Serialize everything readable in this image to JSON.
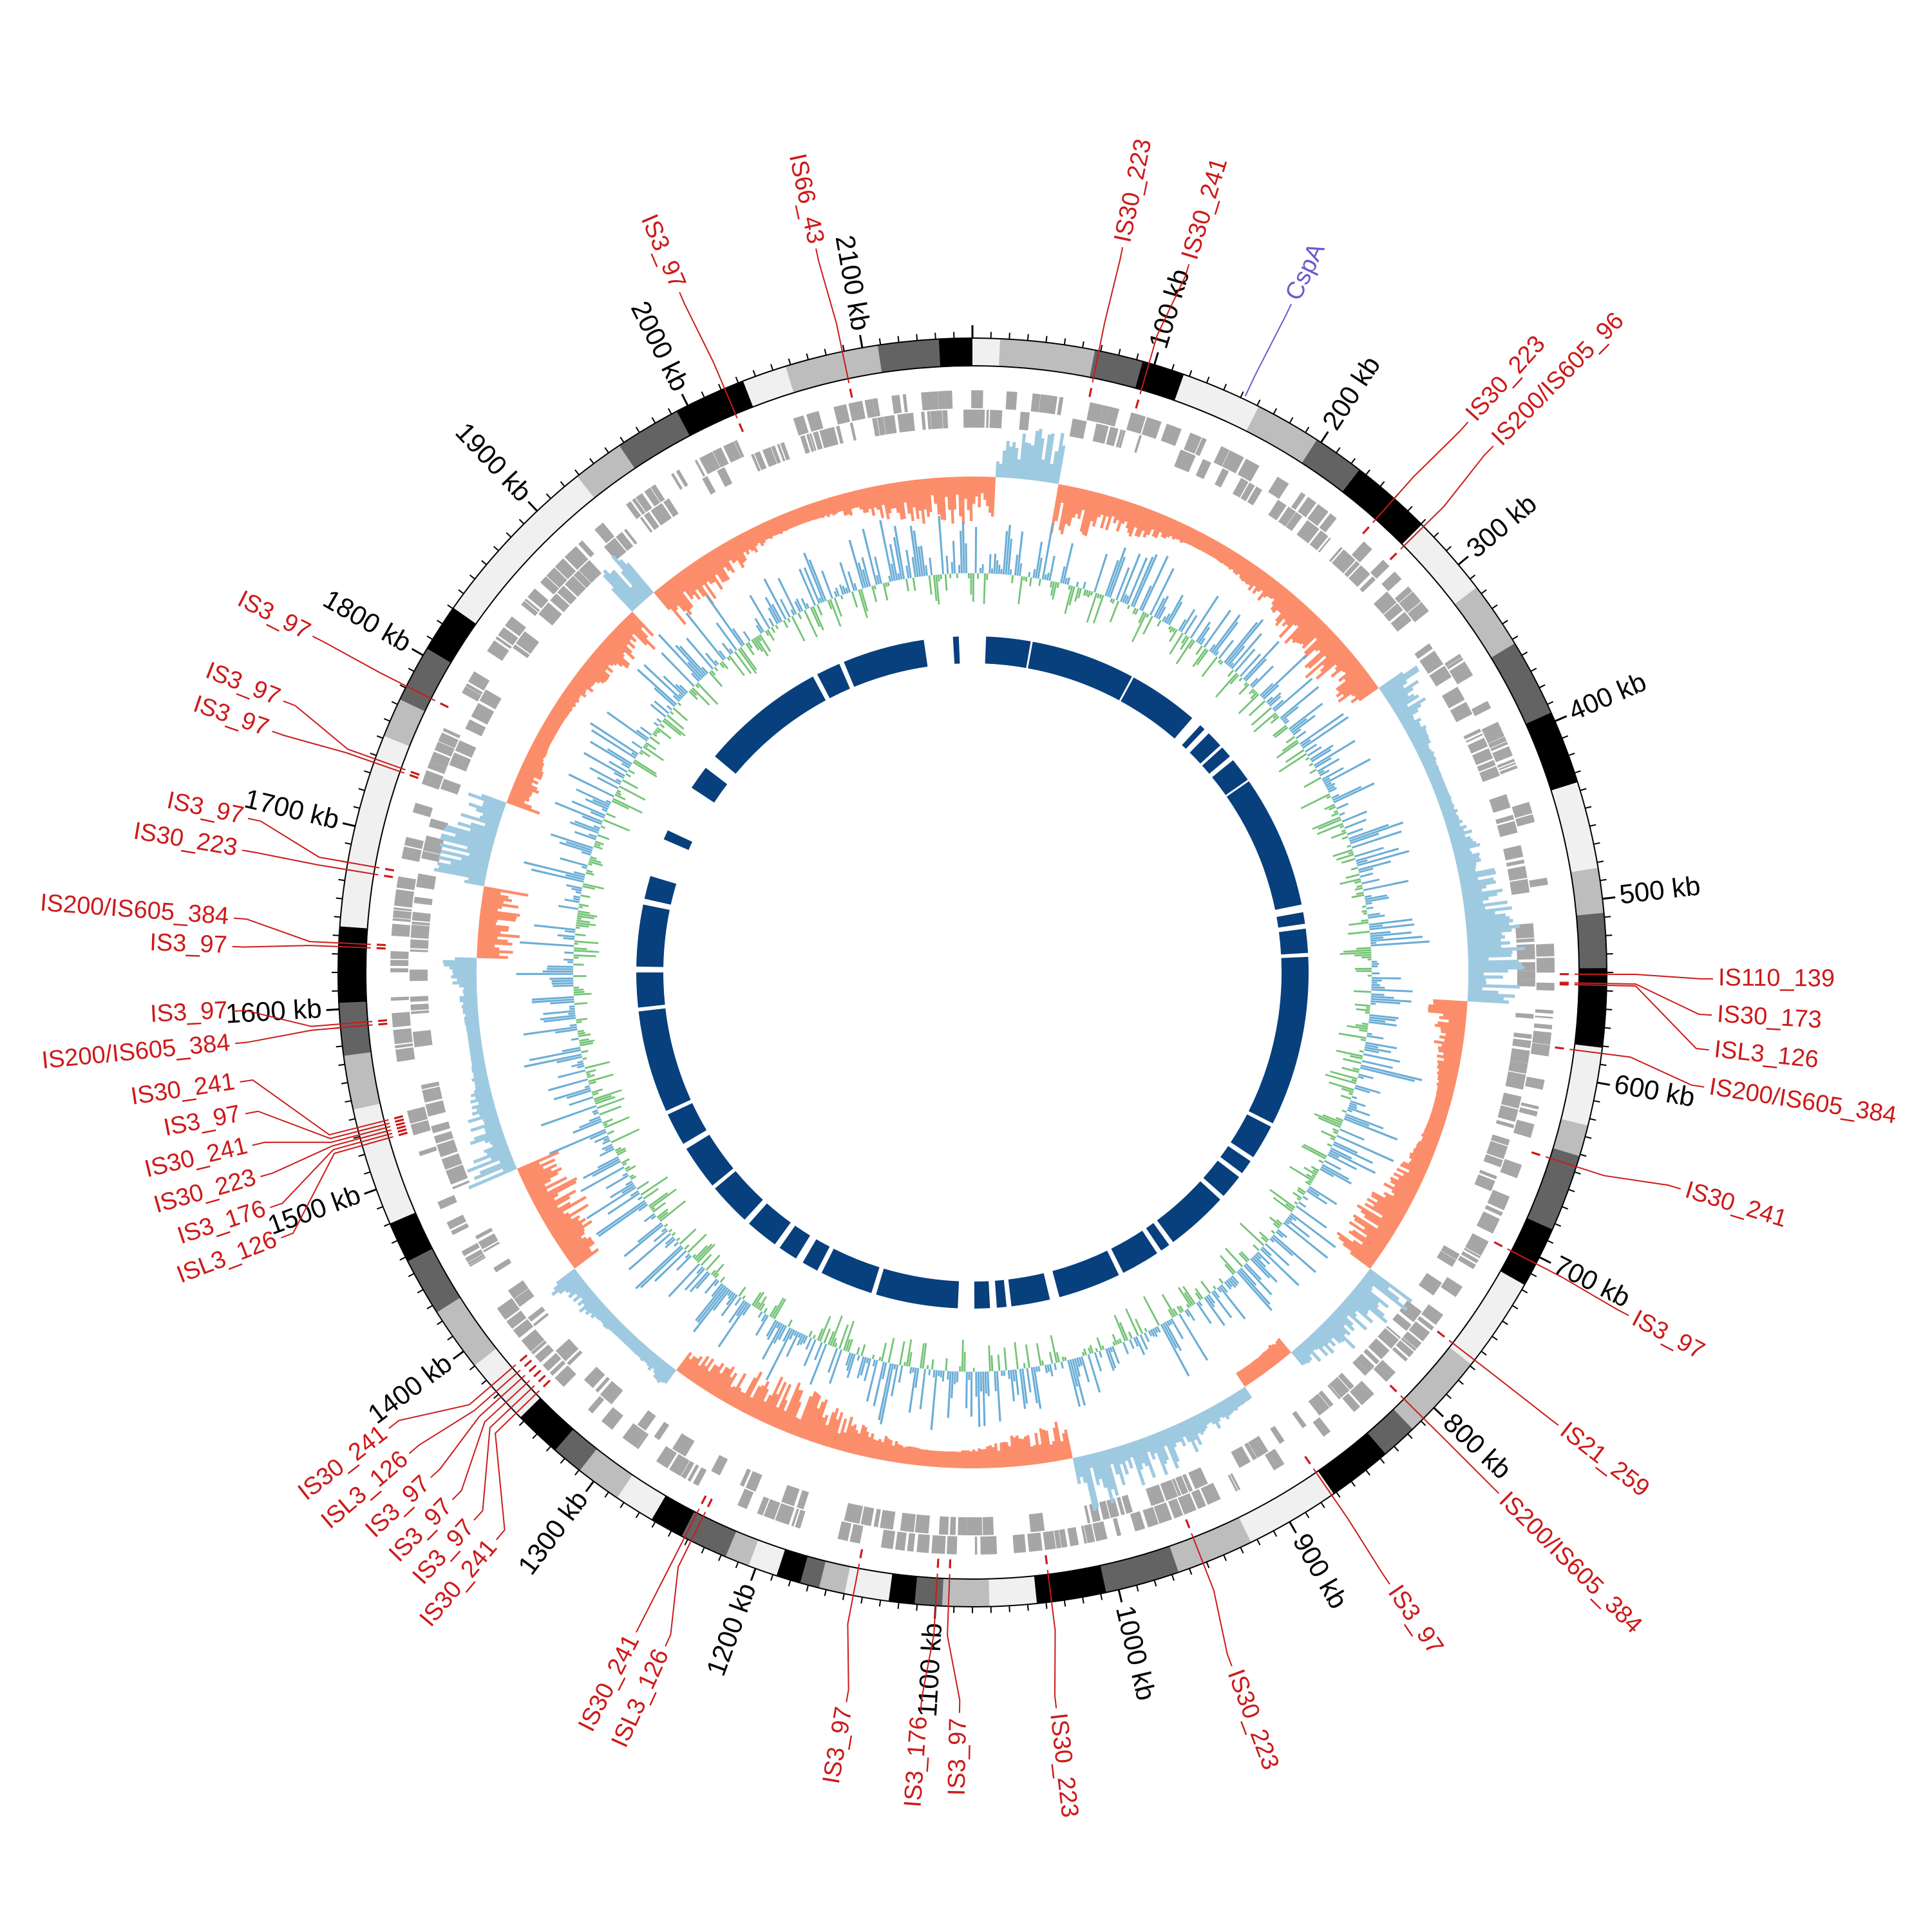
{
  "genome_length_kb": 2160,
  "colors": {
    "is_element": "#cc1a1a",
    "gene_label": "#6a5acd",
    "tick": "#000000",
    "band_palette": [
      "#f0f0f0",
      "#bdbdbd",
      "#636363",
      "#000000"
    ],
    "feature": "#a6a6a6",
    "skew_positive": "#fc8d6a",
    "skew_negative": "#9ecae1",
    "gc_low": "#74c476",
    "gc_high": "#6baed6",
    "inner_ring": "#08407e"
  },
  "ticks": [
    {
      "kb": 100,
      "label": "100 kb"
    },
    {
      "kb": 200,
      "label": "200 kb"
    },
    {
      "kb": 300,
      "label": "300 kb"
    },
    {
      "kb": 400,
      "label": "400 kb"
    },
    {
      "kb": 500,
      "label": "500 kb"
    },
    {
      "kb": 600,
      "label": "600 kb"
    },
    {
      "kb": 700,
      "label": "700 kb"
    },
    {
      "kb": 800,
      "label": "800 kb"
    },
    {
      "kb": 900,
      "label": "900 kb"
    },
    {
      "kb": 1000,
      "label": "1000 kb"
    },
    {
      "kb": 1100,
      "label": "1100 kb"
    },
    {
      "kb": 1200,
      "label": "1200 kb"
    },
    {
      "kb": 1300,
      "label": "1300 kb"
    },
    {
      "kb": 1400,
      "label": "1400 kb"
    },
    {
      "kb": 1500,
      "label": "1500 kb"
    },
    {
      "kb": 1600,
      "label": "1600 kb"
    },
    {
      "kb": 1700,
      "label": "1700 kb"
    },
    {
      "kb": 1800,
      "label": "1800 kb"
    },
    {
      "kb": 1900,
      "label": "1900 kb"
    },
    {
      "kb": 2000,
      "label": "2000 kb"
    },
    {
      "kb": 2100,
      "label": "2100 kb"
    }
  ],
  "annotations": [
    {
      "name": "IS30_223",
      "kb": 69,
      "type": "is"
    },
    {
      "name": "IS30_241",
      "kb": 97,
      "type": "is"
    },
    {
      "name": "CspA",
      "kb": 152,
      "type": "gene"
    },
    {
      "name": "IS30_223",
      "kb": 250,
      "type": "is"
    },
    {
      "name": "IS200/IS605_96",
      "kb": 272,
      "type": "is"
    },
    {
      "name": "IS110_139",
      "kb": 541,
      "type": "is"
    },
    {
      "name": "IS30_173",
      "kb": 546,
      "type": "is"
    },
    {
      "name": "ISL3_126",
      "kb": 547,
      "type": "is"
    },
    {
      "name": "IS200/IS605_384",
      "kb": 584,
      "type": "is"
    },
    {
      "name": "IS30_241",
      "kb": 647,
      "type": "is"
    },
    {
      "name": "IS3_97",
      "kb": 704,
      "type": "is"
    },
    {
      "name": "IS21_259",
      "kb": 766,
      "type": "is"
    },
    {
      "name": "IS200/IS605_384",
      "kb": 808,
      "type": "is"
    },
    {
      "name": "IS3_97",
      "kb": 873,
      "type": "is"
    },
    {
      "name": "IS30_223",
      "kb": 952,
      "type": "is"
    },
    {
      "name": "IS30_223",
      "kb": 1037,
      "type": "is"
    },
    {
      "name": "IS3_97",
      "kb": 1093,
      "type": "is"
    },
    {
      "name": "IS3_176",
      "kb": 1100,
      "type": "is"
    },
    {
      "name": "IS3_97",
      "kb": 1145,
      "type": "is"
    },
    {
      "name": "ISL3_126",
      "kb": 1238,
      "type": "is"
    },
    {
      "name": "IS30_241",
      "kb": 1242,
      "type": "is"
    },
    {
      "name": "IS30_241",
      "kb": 1356,
      "type": "is"
    },
    {
      "name": "IS3_97",
      "kb": 1360,
      "type": "is"
    },
    {
      "name": "IS3_97",
      "kb": 1364,
      "type": "is"
    },
    {
      "name": "IS3_97",
      "kb": 1368,
      "type": "is"
    },
    {
      "name": "ISL3_126",
      "kb": 1372,
      "type": "is"
    },
    {
      "name": "IS30_241",
      "kb": 1376,
      "type": "is"
    },
    {
      "name": "ISL3_126",
      "kb": 1525,
      "type": "is"
    },
    {
      "name": "IS3_176",
      "kb": 1527,
      "type": "is"
    },
    {
      "name": "IS30_223",
      "kb": 1529,
      "type": "is"
    },
    {
      "name": "IS30_241",
      "kb": 1531,
      "type": "is"
    },
    {
      "name": "IS3_97",
      "kb": 1533,
      "type": "is"
    },
    {
      "name": "IS30_241",
      "kb": 1535,
      "type": "is"
    },
    {
      "name": "IS200/IS605_384",
      "kb": 1590,
      "type": "is"
    },
    {
      "name": "IS3_97",
      "kb": 1592,
      "type": "is"
    },
    {
      "name": "IS3_97",
      "kb": 1634,
      "type": "is"
    },
    {
      "name": "IS200/IS605_384",
      "kb": 1636,
      "type": "is"
    },
    {
      "name": "IS30_223",
      "kb": 1676,
      "type": "is"
    },
    {
      "name": "IS3_97",
      "kb": 1680,
      "type": "is"
    },
    {
      "name": "IS3_97",
      "kb": 1736,
      "type": "is"
    },
    {
      "name": "IS3_97",
      "kb": 1738,
      "type": "is"
    },
    {
      "name": "IS3_97",
      "kb": 1781,
      "type": "is"
    },
    {
      "name": "IS3_97",
      "kb": 2022,
      "type": "is"
    },
    {
      "name": "IS66_43",
      "kb": 2089,
      "type": "is"
    }
  ]
}
